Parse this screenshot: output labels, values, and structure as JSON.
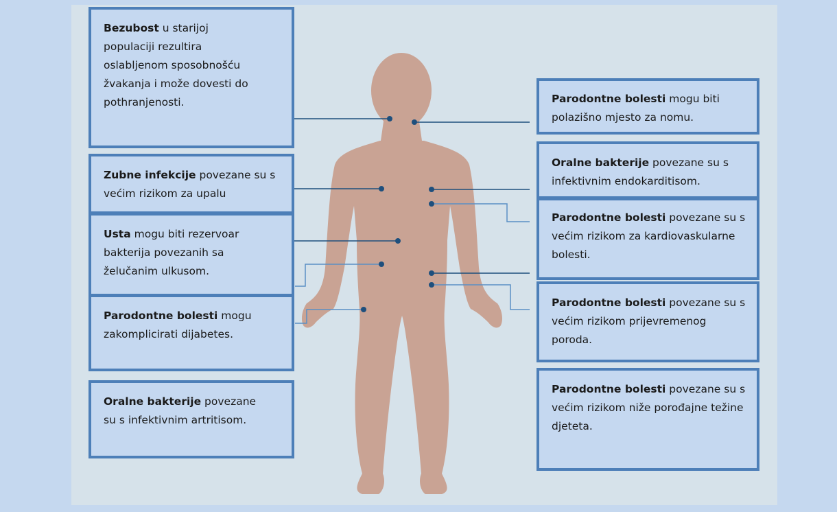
{
  "boxes": {
    "bezubost": {
      "bold": "Bezubost",
      "text": " u starijoj populaciji rezultira oslabljenom sposobnošću žvakanja i može dovesti do pothranjenosti."
    },
    "zubne": {
      "bold": "Zubne infekcije",
      "text": " povezane su s većim rizikom za upalu"
    },
    "usta": {
      "bold": "Usta",
      "text": " mogu biti rezervoar bakterija povezanih sa želučanim ulkusom."
    },
    "dijabetes": {
      "bold": "Parodontne bolesti",
      "text": " mogu zakomplicirati dijabetes."
    },
    "artritis": {
      "bold": "Oralne bakterije",
      "text": "  povezane su s infektivnim artritisom."
    },
    "noma": {
      "bold": "Parodontne bolesti",
      "text": " mogu biti polazišno mjesto za nomu."
    },
    "endokarditis": {
      "bold": "Oralne bakterije",
      "text": " povezane su s infektivnim endokarditisom."
    },
    "kardio": {
      "bold": "Parodontne bolesti",
      "text": " povezane su s većim rizikom za kardiovaskularne bolesti."
    },
    "porod": {
      "bold": "Parodontne bolesti",
      "text": " povezane su s većim rizikom prijevremenog poroda."
    },
    "tezina": {
      "bold": "Parodontne bolesti",
      "text": " povezane su s većim rizikom niže porođajne težine djeteta."
    }
  },
  "colors": {
    "body": "#c9a394",
    "box_fill": "#c5d8f0",
    "box_border": "#4d7fb8",
    "leader_line": "#1e4f7d",
    "background": "#c5d8ef",
    "panel": "#d6e2ea"
  }
}
